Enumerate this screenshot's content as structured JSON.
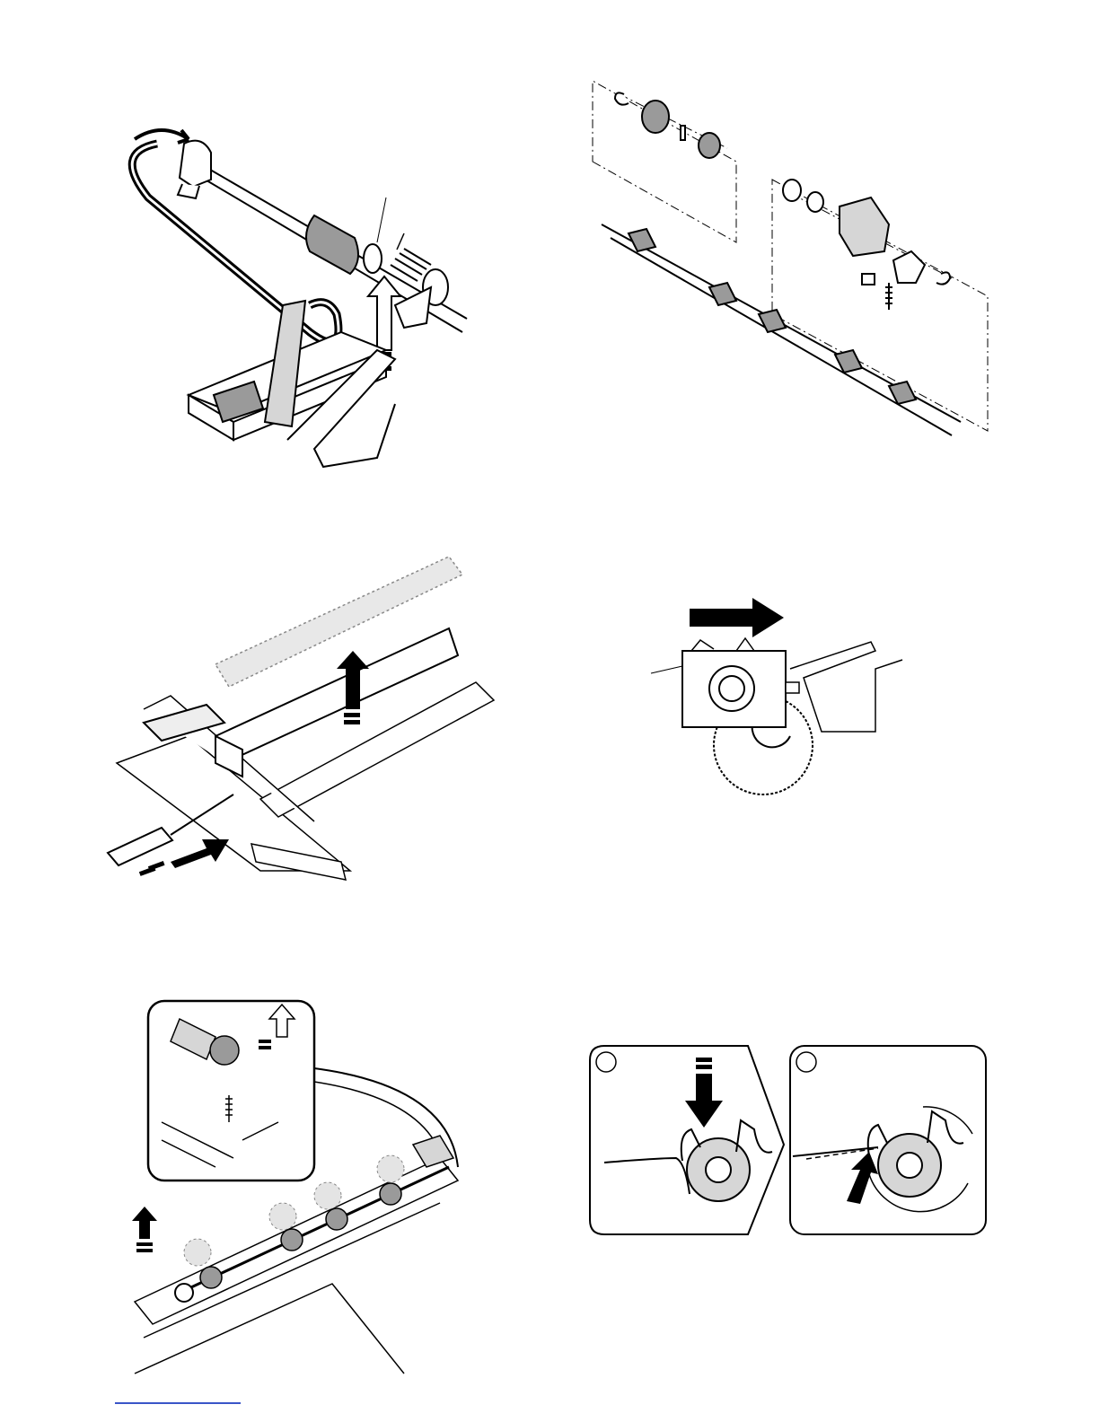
{
  "page": {
    "background": "#ffffff",
    "line_color": "#000000",
    "roller_color": "#9a9a9a",
    "shade_color": "#d6d6d6",
    "footer_link_color": "#3a55c8"
  },
  "figures": [
    {
      "id": "fig-1",
      "icon": "belt-and-feed-roller-removal"
    },
    {
      "id": "fig-2",
      "icon": "paper-feed-roller-exploded-view"
    },
    {
      "id": "fig-3",
      "icon": "screwdriver-unit-lift"
    },
    {
      "id": "fig-4",
      "icon": "roller-holder-slide"
    },
    {
      "id": "fig-5",
      "icon": "roller-shaft-with-clutch-inset"
    },
    {
      "id": "fig-6a",
      "icon": "press-down-step"
    },
    {
      "id": "fig-6b",
      "icon": "rotate-roller-step"
    }
  ]
}
